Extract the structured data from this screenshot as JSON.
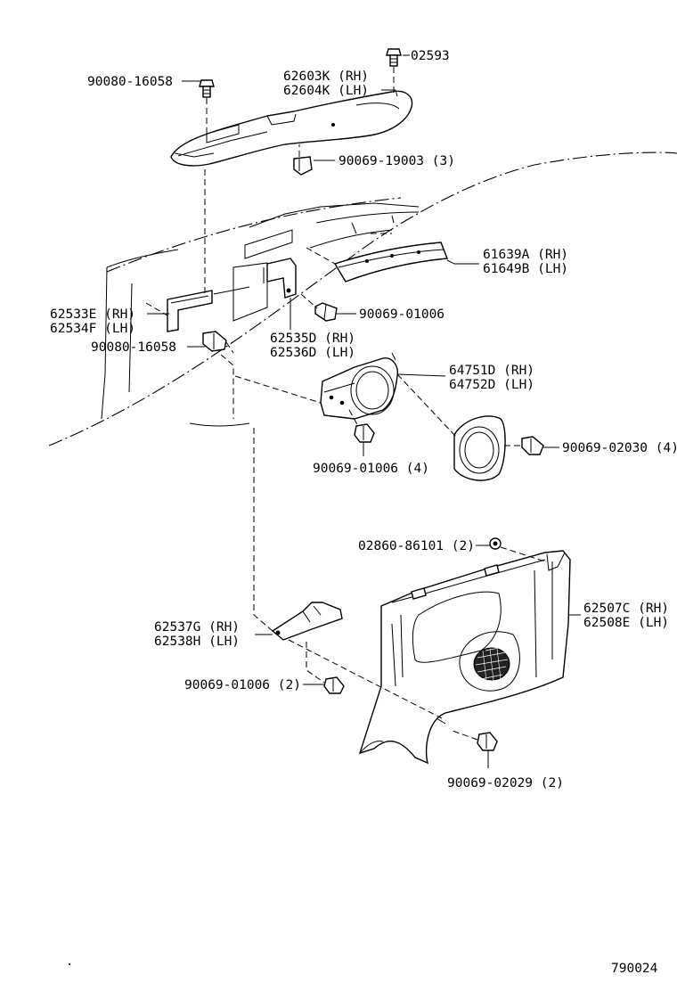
{
  "callouts": [
    {
      "id": "c-02593",
      "text": "02593"
    },
    {
      "id": "c-62603k",
      "text": "62603K (RH)"
    },
    {
      "id": "c-62604k",
      "text": "62604K (LH)"
    },
    {
      "id": "c-90080-top",
      "text": "90080-16058"
    },
    {
      "id": "c-90069-19003",
      "text": "90069-19003 (3)"
    },
    {
      "id": "c-61639a",
      "text": "61639A (RH)"
    },
    {
      "id": "c-61649b",
      "text": "61649B (LH)"
    },
    {
      "id": "c-62533e",
      "text": "62533E (RH)"
    },
    {
      "id": "c-62534f",
      "text": "62534F (LH)"
    },
    {
      "id": "c-90069-01006a",
      "text": "90069-01006"
    },
    {
      "id": "c-90080-mid",
      "text": "90080-16058"
    },
    {
      "id": "c-62535d",
      "text": "62535D (RH)"
    },
    {
      "id": "c-62536d",
      "text": "62536D (LH)"
    },
    {
      "id": "c-64751d",
      "text": "64751D (RH)"
    },
    {
      "id": "c-64752d",
      "text": "64752D (LH)"
    },
    {
      "id": "c-90069-02030",
      "text": "90069-02030 (4)"
    },
    {
      "id": "c-90069-01006b",
      "text": "90069-01006 (4)"
    },
    {
      "id": "c-02860",
      "text": "02860-86101 (2)"
    },
    {
      "id": "c-62507c",
      "text": "62507C (RH)"
    },
    {
      "id": "c-62508e",
      "text": "62508E (LH)"
    },
    {
      "id": "c-62537g",
      "text": "62537G (RH)"
    },
    {
      "id": "c-62538h",
      "text": "62538H (LH)"
    },
    {
      "id": "c-90069-01006c",
      "text": "90069-01006 (2)"
    },
    {
      "id": "c-90069-02029",
      "text": "90069-02029 (2)"
    }
  ],
  "figure_number": "790024"
}
